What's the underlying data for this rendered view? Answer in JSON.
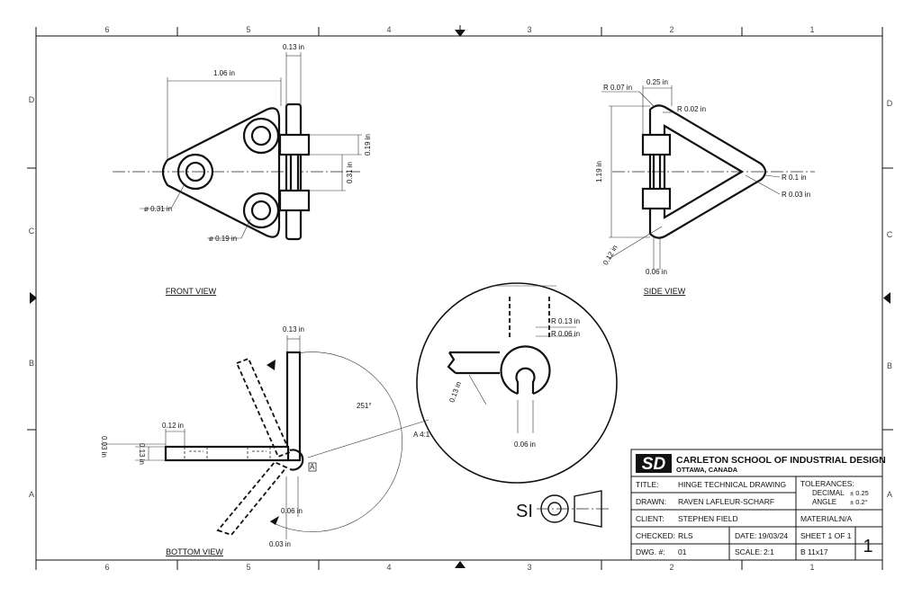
{
  "zones": {
    "columns": [
      "6",
      "5",
      "4",
      "3",
      "2",
      "1"
    ],
    "rows": [
      "D",
      "C",
      "B",
      "A"
    ]
  },
  "views": {
    "front": "FRONT VIEW",
    "side": "SIDE VIEW",
    "bottom": "BOTTOM VIEW"
  },
  "dimensions": {
    "front": {
      "overall_width": "1.06 in",
      "leaf_thickness": "0.13 in",
      "knuckle_height": "0.19 in",
      "knuckle_gap": "0.31 in",
      "big_hole": "ø 0.31 in",
      "small_hole": "ø 0.19 in"
    },
    "side": {
      "top_width": "0.25 in",
      "corner_radius_outer": "R 0.07 in",
      "corner_radius_inner": "R 0.02 in",
      "height": "1.19 in",
      "tip_radius_outer": "R 0.1 in",
      "tip_radius_inner": "R 0.03 in",
      "bottom_thickness": "0.12 in",
      "pin_width": "0.06 in"
    },
    "bottom": {
      "leaf_thickness": "0.13 in",
      "slot_width": "0.12 in",
      "slot_depth": "0.03 in",
      "leaf_height": "0.13 in",
      "rotation_angle": "251°",
      "pin_gap": "0.06 in",
      "offset": "0.03 in",
      "section_marker": "A",
      "detail_callout": "A 4:1"
    },
    "detail": {
      "outer_radius": "R 0.13 in",
      "inner_radius": "R 0.06 in",
      "wall": "0.13 in",
      "slot": "0.06 in"
    }
  },
  "title_block": {
    "school": "CARLETON SCHOOL OF INDUSTRIAL DESIGN",
    "location": "OTTAWA, CANADA",
    "logo": "SD",
    "title_label": "TITLE:",
    "title_value": "HINGE TECHNICAL DRAWING",
    "drawn_label": "DRAWN:",
    "drawn_value": "RAVEN LAFLEUR-SCHARF",
    "client_label": "CLIENT:",
    "client_value": "STEPHEN FIELD",
    "checked_label": "CHECKED:",
    "checked_value": "RLS",
    "date_label": "DATE:",
    "date_value": "19/03/24",
    "dwg_label": "DWG. #:",
    "dwg_value": "01",
    "scale_label": "SCALE:",
    "scale_value": "2:1",
    "tolerances_label": "TOLERANCES:",
    "decimal_label": "DECIMAL",
    "decimal_value": "± 0.25",
    "angle_label": "ANGLE",
    "angle_value": "± 0.2°",
    "material_label": "MATERIAL:",
    "material_value": "N/A",
    "sheet_text": "SHEET 1 OF 1",
    "size_text": "B 11x17",
    "revision": "1",
    "projection": "SI"
  }
}
